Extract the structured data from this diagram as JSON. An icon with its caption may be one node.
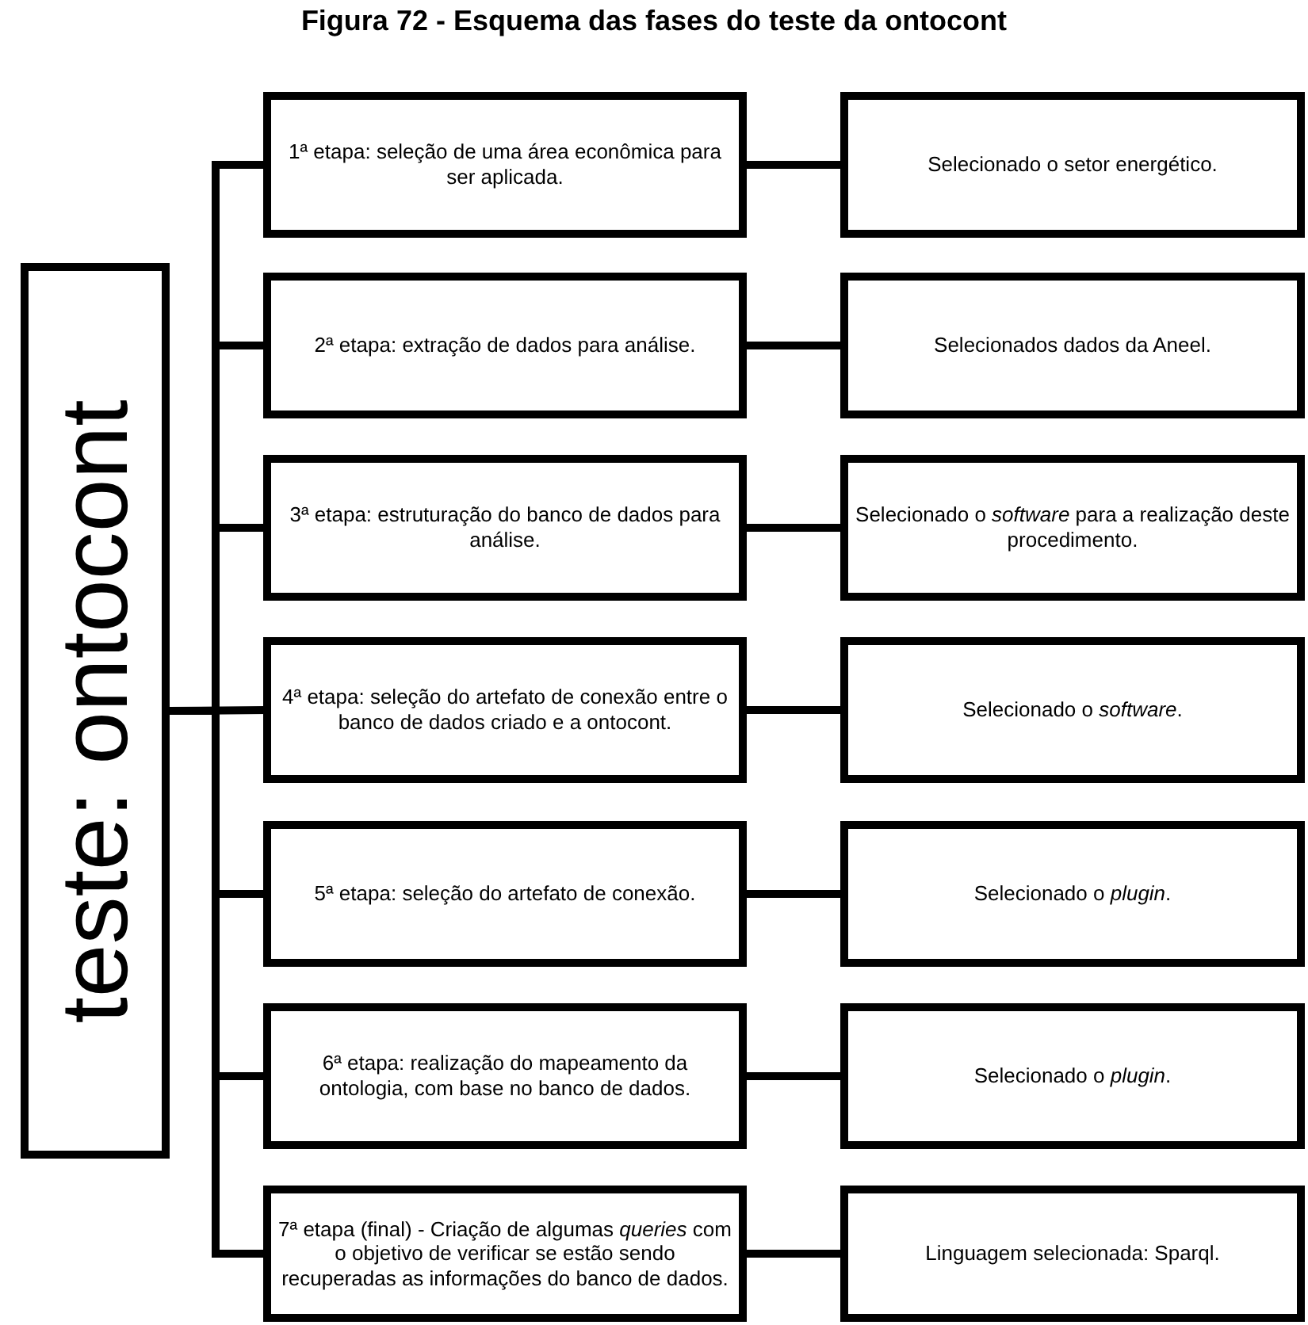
{
  "diagram": {
    "title": "Figura 72 - Esquema das fases do teste da ontocont",
    "nodes": [
      {
        "text": [
          "teste: ontocont"
        ]
      },
      {
        "text": [
          "1ª etapa: seleção de uma área econômica para ser aplicada."
        ]
      },
      {
        "text": [
          "Selecionado o setor energético."
        ]
      },
      {
        "text": [
          "2ª etapa: extração de dados para análise."
        ]
      },
      {
        "text": [
          "Selecionados dados da Aneel."
        ]
      },
      {
        "text": [
          "3ª etapa: estruturação do banco de dados para análise."
        ]
      },
      {
        "text": [
          "Selecionado o *software* para a realização deste procedimento."
        ]
      },
      {
        "text": [
          "4ª etapa: seleção do artefato de conexão entre o banco de dados criado e a ontocont."
        ]
      },
      {
        "text": [
          "Selecionado o *software*."
        ]
      },
      {
        "text": [
          "5ª etapa: seleção do artefato de conexão."
        ]
      },
      {
        "text": [
          "Selecionado o *plugin*."
        ]
      },
      {
        "text": [
          "6ª etapa: realização do mapeamento da ontologia, com base no banco de dados."
        ]
      },
      {
        "text": [
          "Selecionado o *plugin*."
        ]
      },
      {
        "text": [
          "7ª etapa (final) - Criação de algumas *queries* com o objetivo de verificar se estão sendo recuperadas as informações do banco de dados."
        ]
      },
      {
        "text": [
          "Linguagem selecionada: Sparql."
        ]
      }
    ],
    "edges": [
      {
        "from": 0,
        "to": 1,
        "arrow": "none"
      },
      {
        "from": 0,
        "to": 3,
        "arrow": "none"
      },
      {
        "from": 0,
        "to": 5,
        "arrow": "none"
      },
      {
        "from": 0,
        "to": 7,
        "arrow": "none"
      },
      {
        "from": 0,
        "to": 9,
        "arrow": "none"
      },
      {
        "from": 0,
        "to": 11,
        "arrow": "none"
      },
      {
        "from": 0,
        "to": 13,
        "arrow": "none"
      },
      {
        "from": 1,
        "to": 2,
        "arrow": "none"
      },
      {
        "from": 3,
        "to": 4,
        "arrow": "none"
      },
      {
        "from": 5,
        "to": 6,
        "arrow": "none"
      },
      {
        "from": 7,
        "to": 8,
        "arrow": "none"
      },
      {
        "from": 9,
        "to": 10,
        "arrow": "none"
      },
      {
        "from": 11,
        "to": 12,
        "arrow": "none"
      },
      {
        "from": 13,
        "to": 14,
        "arrow": "none"
      }
    ]
  }
}
